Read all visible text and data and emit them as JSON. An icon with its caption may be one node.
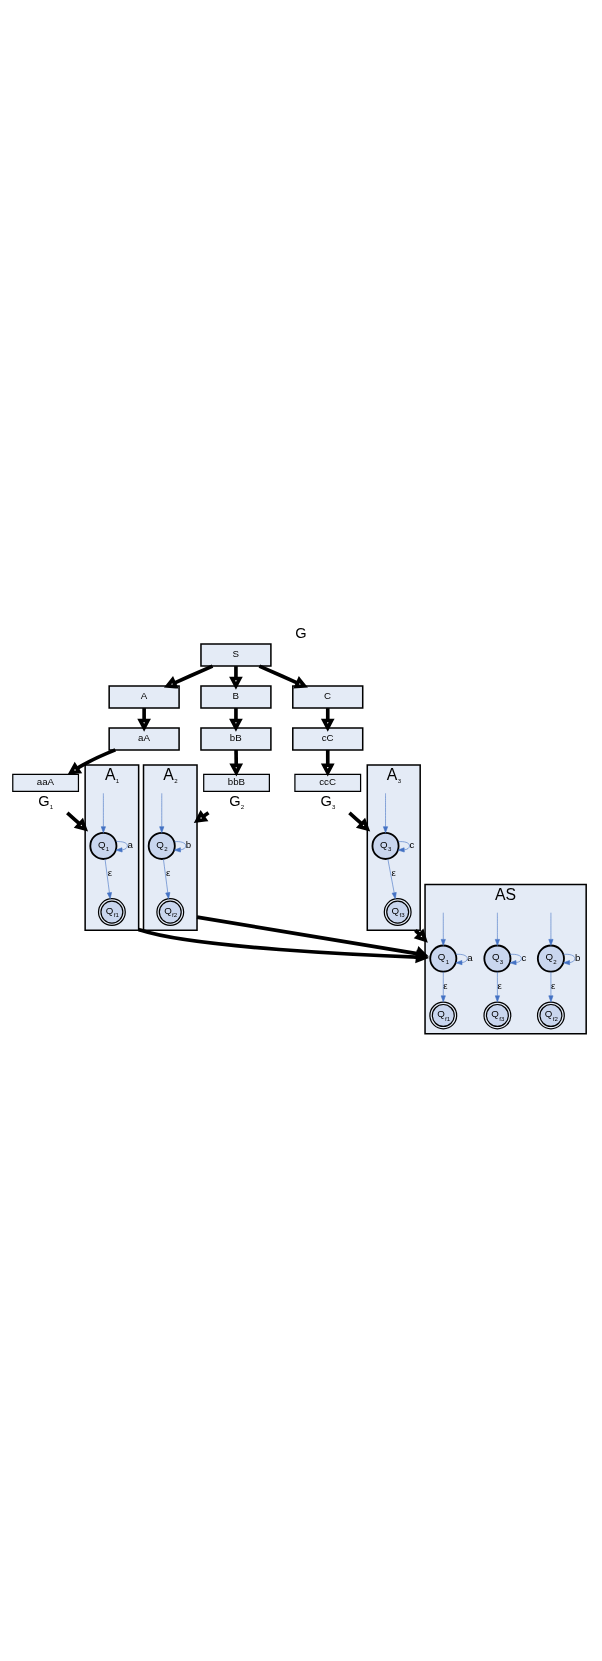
{
  "diagram": {
    "title": "G",
    "nodes": [
      {
        "text": [
          "S"
        ]
      },
      {
        "text": [
          "A"
        ]
      },
      {
        "text": [
          "B"
        ]
      },
      {
        "text": [
          "C"
        ]
      },
      {
        "text": [
          "aA"
        ]
      },
      {
        "text": [
          "bB"
        ]
      },
      {
        "text": [
          "cC"
        ]
      },
      {
        "text": [
          "aaA"
        ],
        "beside": [
          "G$_{1}$"
        ]
      },
      {
        "text": [
          "bbB"
        ],
        "beside": [
          "G$_{2}$"
        ]
      },
      {
        "text": [
          "ccC"
        ],
        "beside": [
          "G$_{3}$"
        ]
      },
      {
        "text": [
          "A$_{1}$"
        ]
      },
      {
        "text": [
          "Q$_{1}$"
        ],
        "in": 10
      },
      {
        "text": [
          "Q$_{f1}$"
        ],
        "in": 10
      },
      {
        "text": [
          "A$_{2}$"
        ]
      },
      {
        "text": [
          "Q$_{2}$"
        ],
        "in": 13
      },
      {
        "text": [
          "Q$_{f2}$"
        ],
        "in": 13
      },
      {
        "text": [
          "A$_{3}$"
        ]
      },
      {
        "text": [
          "Q$_{3}$"
        ],
        "in": 16
      },
      {
        "text": [
          "Q$_{f3}$"
        ],
        "in": 16
      },
      {
        "text": [
          "AS"
        ]
      },
      {
        "text": [
          "Q$_{1}$"
        ],
        "in": 19
      },
      {
        "text": [
          "Q$_{f1}$"
        ],
        "in": 19
      },
      {
        "text": [
          "Q$_{2}$"
        ],
        "in": 19
      },
      {
        "text": [
          "Q$_{f2}$"
        ],
        "in": 19
      },
      {
        "text": [
          "Q$_{3}$"
        ],
        "in": 19
      },
      {
        "text": [
          "Q$_{f3}$"
        ],
        "in": 19
      }
    ],
    "edges": [
      {
        "from": 0,
        "to": 1,
        "arrow": "to",
        "style": "thick",
        "color": "#000000"
      },
      {
        "from": 0,
        "to": 2,
        "arrow": "to",
        "style": "thick",
        "color": "#000000"
      },
      {
        "from": 0,
        "to": 3,
        "arrow": "to",
        "style": "thick",
        "color": "#000000"
      },
      {
        "from": 1,
        "to": 4,
        "arrow": "to",
        "style": "thick",
        "color": "#000000"
      },
      {
        "from": 2,
        "to": 5,
        "arrow": "to",
        "style": "thick",
        "color": "#000000"
      },
      {
        "from": 3,
        "to": 6,
        "arrow": "to",
        "style": "thick",
        "color": "#000000"
      },
      {
        "from": 4,
        "to": 7,
        "arrow": "to",
        "style": "thick",
        "color": "#000000"
      },
      {
        "from": 5,
        "to": 8,
        "arrow": "to",
        "style": "thick",
        "color": "#000000"
      },
      {
        "from": 6,
        "to": 9,
        "arrow": "to",
        "style": "thick",
        "color": "#000000"
      },
      {
        "from": 7,
        "to": 10,
        "arrow": "to",
        "style": "thick",
        "color": "#000000"
      },
      {
        "from": 8,
        "to": 13,
        "arrow": "to",
        "style": "thick",
        "color": "#000000"
      },
      {
        "from": 9,
        "to": 16,
        "arrow": "to",
        "style": "thick",
        "color": "#000000"
      },
      {
        "from": null,
        "to": 11,
        "arrow": "to"
      },
      {
        "from": 11,
        "to": 11,
        "arrow": "to",
        "label": "a"
      },
      {
        "from": 11,
        "to": 12,
        "arrow": "to",
        "label": "ε"
      },
      {
        "from": null,
        "to": 14,
        "arrow": "to"
      },
      {
        "from": 14,
        "to": 14,
        "arrow": "to",
        "label": "b"
      },
      {
        "from": 14,
        "to": 15,
        "arrow": "to",
        "label": "ε"
      },
      {
        "from": null,
        "to": 17,
        "arrow": "to"
      },
      {
        "from": 17,
        "to": 17,
        "arrow": "to",
        "label": "c"
      },
      {
        "from": 17,
        "to": 18,
        "arrow": "to",
        "label": "ε"
      },
      {
        "from": 10,
        "to": 19,
        "arrow": "to",
        "style": "thick",
        "color": "#000000"
      },
      {
        "from": 13,
        "to": 19,
        "arrow": "to",
        "style": "thick",
        "color": "#000000"
      },
      {
        "from": 16,
        "to": 19,
        "arrow": "to",
        "style": "thick",
        "color": "#000000"
      },
      {
        "from": null,
        "to": 20,
        "arrow": "to"
      },
      {
        "from": 20,
        "to": 20,
        "arrow": "to",
        "label": "a"
      },
      {
        "from": 20,
        "to": 21,
        "arrow": "to",
        "label": "ε"
      },
      {
        "from": null,
        "to": 22,
        "arrow": "to"
      },
      {
        "from": 22,
        "to": 22,
        "arrow": "to",
        "label": "b"
      },
      {
        "from": 22,
        "to": 23,
        "arrow": "to",
        "label": "ε"
      },
      {
        "from": null,
        "to": 24,
        "arrow": "to"
      },
      {
        "from": 24,
        "to": 24,
        "arrow": "to",
        "label": "c"
      },
      {
        "from": 24,
        "to": 25,
        "arrow": "to",
        "label": "ε"
      }
    ]
  }
}
